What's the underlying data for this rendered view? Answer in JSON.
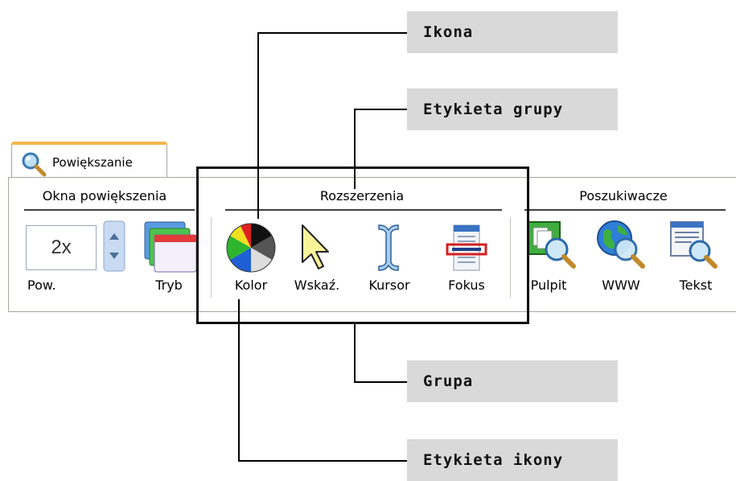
{
  "tab": {
    "label": "Powiększanie"
  },
  "groups": {
    "okna": {
      "label": "Okna powiększenia",
      "zoom_value": "2x",
      "items": [
        {
          "label": "Pow."
        },
        {
          "label": "Tryb"
        }
      ]
    },
    "rozszerzenia": {
      "label": "Rozszerzenia",
      "items": [
        {
          "label": "Kolor"
        },
        {
          "label": "Wskaź."
        },
        {
          "label": "Kursor"
        },
        {
          "label": "Fokus"
        }
      ]
    },
    "poszukiwacze": {
      "label": "Poszukiwacze",
      "items": [
        {
          "label": "Pulpit"
        },
        {
          "label": "WWW"
        },
        {
          "label": "Tekst"
        }
      ]
    }
  },
  "callouts": {
    "ikona": "Ikona",
    "etykieta_grupy": "Etykieta grupy",
    "grupa": "Grupa",
    "etykieta_ikony": "Etykieta ikony"
  },
  "colors": {
    "tab_accent": "#f4b64e",
    "callout_bg": "#d9d9d9",
    "focus_red": "#d42020"
  },
  "icons": [
    "magnifier-icon",
    "spinner-icon",
    "windows-icon",
    "color-wheel-icon",
    "pointer-icon",
    "ibeam-cursor-icon",
    "focus-icon",
    "desktop-finder-icon",
    "web-finder-icon",
    "text-finder-icon"
  ]
}
